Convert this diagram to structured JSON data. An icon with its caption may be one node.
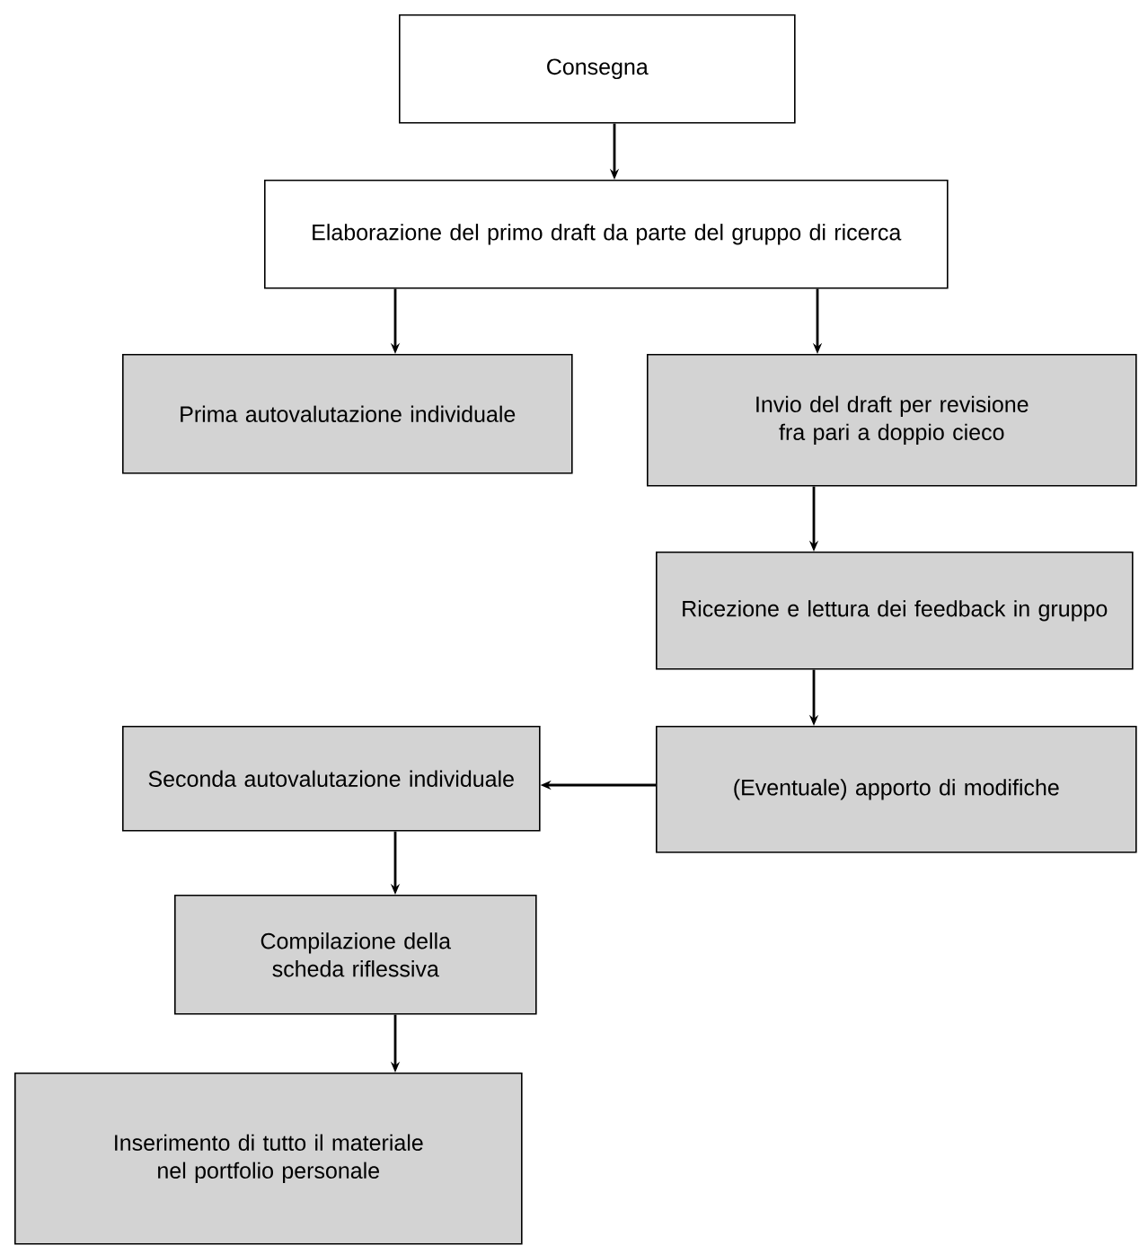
{
  "diagram": {
    "nodes": [
      {
        "text": [
          "Consegna"
        ]
      },
      {
        "text": [
          "Elaborazione del primo draft da parte del gruppo di ricerca"
        ]
      },
      {
        "text": [
          "Prima autovalutazione individuale"
        ]
      },
      {
        "text": [
          "Invio del draft per revisione fra pari a doppio cieco"
        ]
      },
      {
        "text": [
          "Ricezione e lettura dei feedback in gruppo"
        ]
      },
      {
        "text": [
          "(Eventuale) apporto di modifiche"
        ]
      },
      {
        "text": [
          "Seconda autovalutazione individuale"
        ]
      },
      {
        "text": [
          "Compilazione della scheda riflessiva"
        ]
      },
      {
        "text": [
          "Inserimento di tutto il materiale nel portfolio personale"
        ]
      }
    ],
    "edges": [
      {
        "from": 0,
        "to": 1,
        "arrow": "to"
      },
      {
        "from": 1,
        "to": 2,
        "arrow": "to"
      },
      {
        "from": 1,
        "to": 3,
        "arrow": "to"
      },
      {
        "from": 3,
        "to": 4,
        "arrow": "to"
      },
      {
        "from": 4,
        "to": 5,
        "arrow": "to"
      },
      {
        "from": 5,
        "to": 6,
        "arrow": "to"
      },
      {
        "from": 6,
        "to": 7,
        "arrow": "to"
      },
      {
        "from": 7,
        "to": 8,
        "arrow": "to"
      }
    ]
  }
}
